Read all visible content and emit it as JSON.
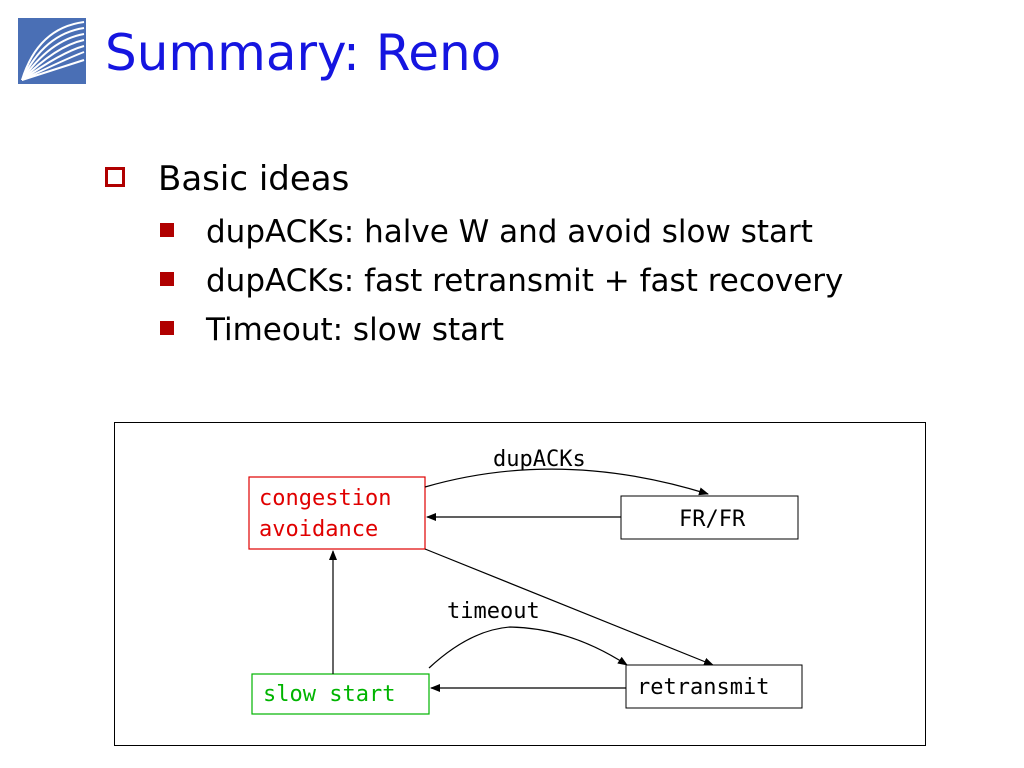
{
  "slide": {
    "title": "Summary: Reno",
    "bullet": "Basic ideas",
    "sub_bullets": [
      "dupACKs: halve W and avoid slow start",
      "dupACKs: fast retransmit + fast recovery",
      "Timeout: slow start"
    ]
  },
  "diagram": {
    "states": {
      "congestion_avoidance": [
        "congestion",
        "avoidance"
      ],
      "fr_fr": "FR/FR",
      "slow_start": "slow start",
      "retransmit": "retransmit"
    },
    "edge_labels": {
      "dupacks": "dupACKs",
      "timeout": "timeout"
    },
    "colors": {
      "congestion_avoidance": "#e00000",
      "slow_start": "#00b400",
      "title": "#1515e0",
      "bullet": "#b00000"
    }
  }
}
